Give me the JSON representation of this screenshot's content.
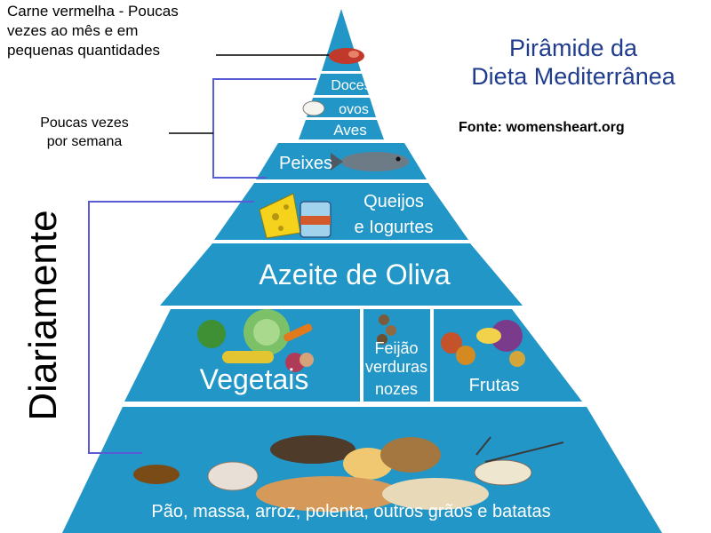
{
  "title": {
    "line1": "Pirâmide da",
    "line2": "Dieta Mediterrânea"
  },
  "source": "Fonte: womensheart.org",
  "annotations": {
    "red_meat": {
      "line1": "Carne vermelha - Poucas",
      "line2": "vezes ao mês e em",
      "line3": "pequenas quantidades"
    },
    "weekly": {
      "line1": "Poucas vezes",
      "line2": "por semana"
    },
    "daily": "Diariamente"
  },
  "tiers": {
    "sweets": "Doces",
    "eggs": "ovos",
    "poultry": "Aves",
    "fish": "Peixes",
    "dairy": {
      "line1": "Queijos",
      "line2": "e Iogurtes"
    },
    "olive_oil": "Azeite de Oliva",
    "vegetables": "Vegetais",
    "legumes": {
      "line1": "Feijão",
      "line2": "verduras",
      "line3": "nozes"
    },
    "fruits": "Frutas",
    "grains": "Pão, massa, arroz, polenta, outros grãos e batatas"
  },
  "colors": {
    "tier": "#2196c7",
    "bracket": "#5a5cd6",
    "title": "#1f3c8f"
  }
}
